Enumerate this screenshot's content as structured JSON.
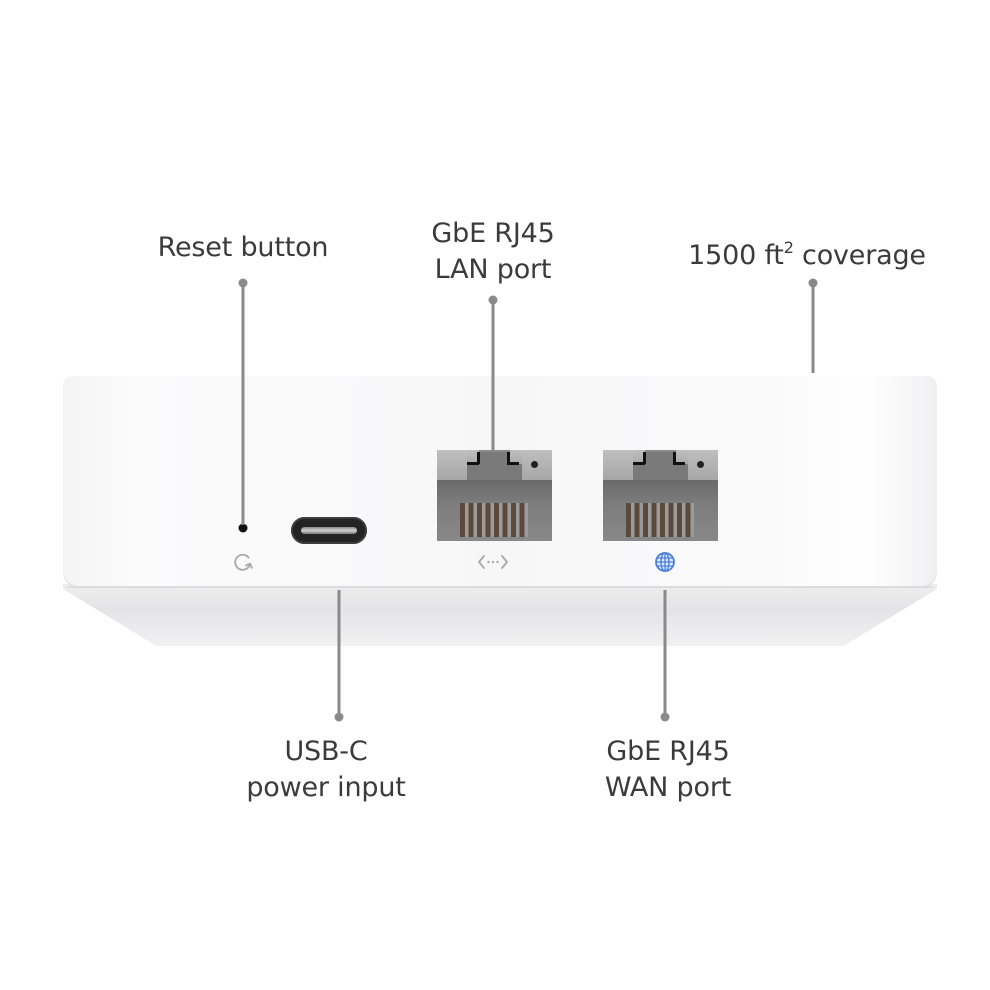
{
  "callouts": {
    "reset": {
      "line1": "Reset button"
    },
    "lan": {
      "line1": "GbE RJ45",
      "line2": "LAN port"
    },
    "coverage": {
      "number": "1500 ft",
      "superscript": "2",
      "rest": " coverage"
    },
    "usbc": {
      "line1": "USB-C",
      "line2": "power input"
    },
    "wan": {
      "line1": "GbE RJ45",
      "line2": "WAN port"
    }
  },
  "device": {
    "ports": [
      {
        "name": "reset",
        "icon": "refresh-icon"
      },
      {
        "name": "usb-c",
        "icon": "none"
      },
      {
        "name": "lan",
        "icon": "lan-arrows-icon"
      },
      {
        "name": "wan",
        "icon": "globe-icon"
      }
    ]
  },
  "colors": {
    "text": "#3b3b3b",
    "leader": "#8a8a8a",
    "globe": "#4a7fd6",
    "icon_gray": "#a8a8a8"
  }
}
